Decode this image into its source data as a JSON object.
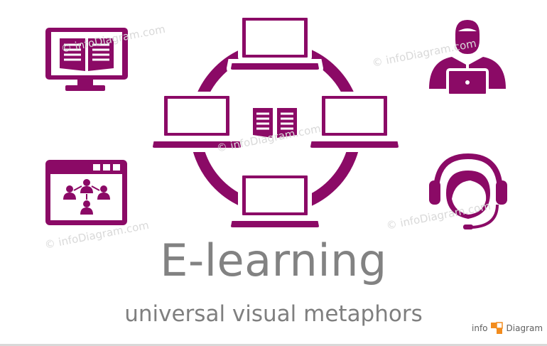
{
  "slide": {
    "title": "E-learning",
    "subtitle": "universal visual metaphors",
    "watermark_text": "© infoDiagram.com",
    "logo": {
      "part1": "info",
      "part2": "Diagram"
    }
  },
  "colors": {
    "accent": "#8B0A66",
    "title_text": "#828282",
    "watermark": "#D9D9D9",
    "logo_orange": "#F28C1E"
  },
  "icons": [
    "monitor-book-icon",
    "laptop-network-icon",
    "businessman-laptop-icon",
    "browser-org-chart-icon",
    "support-headset-icon"
  ]
}
